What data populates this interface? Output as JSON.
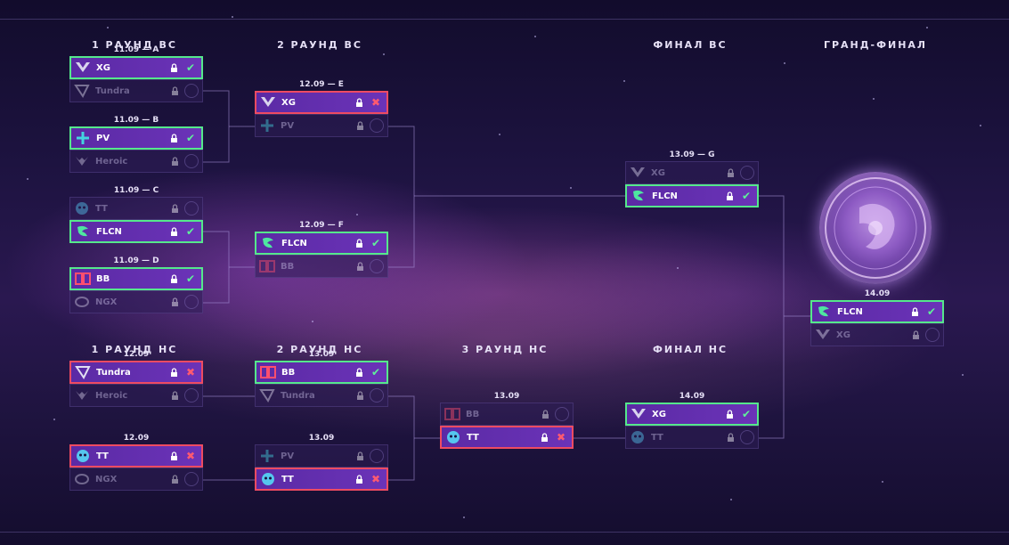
{
  "headings": {
    "ub_r1": "1 РАУНД ВС",
    "ub_r2": "2 РАУНД ВС",
    "ub_final": "ФИНАЛ ВС",
    "grand_final": "ГРАНД-ФИНАЛ",
    "lb_r1": "1 РАУНД НС",
    "lb_r2": "2 РАУНД НС",
    "lb_r3": "3 РАУНД НС",
    "lb_final": "ФИНАЛ НС"
  },
  "matches": [
    {
      "id": "A",
      "label": "11.09 — A",
      "teams": [
        {
          "name": "XG",
          "state": "win",
          "logo": "xg-logo",
          "mark": "✔"
        },
        {
          "name": "Tundra",
          "state": "dim",
          "logo": "tundra-logo",
          "mark": ""
        }
      ]
    },
    {
      "id": "B",
      "label": "11.09 — B",
      "teams": [
        {
          "name": "PV",
          "state": "win",
          "logo": "pv-logo",
          "mark": "✔"
        },
        {
          "name": "Heroic",
          "state": "dim",
          "logo": "heroic-logo",
          "mark": ""
        }
      ]
    },
    {
      "id": "C",
      "label": "11.09 — C",
      "teams": [
        {
          "name": "TT",
          "state": "dim",
          "logo": "tt-logo",
          "mark": ""
        },
        {
          "name": "FLCN",
          "state": "win",
          "logo": "flcn-logo",
          "mark": "✔"
        }
      ]
    },
    {
      "id": "D",
      "label": "11.09 — D",
      "teams": [
        {
          "name": "BB",
          "state": "win",
          "logo": "bb-logo",
          "mark": "✔"
        },
        {
          "name": "NGX",
          "state": "dim",
          "logo": "ngx-logo",
          "mark": ""
        }
      ]
    },
    {
      "id": "E",
      "label": "12.09 — E",
      "teams": [
        {
          "name": "XG",
          "state": "lose",
          "logo": "xg-logo",
          "mark": "✖"
        },
        {
          "name": "PV",
          "state": "dim",
          "logo": "pv-logo",
          "mark": ""
        }
      ]
    },
    {
      "id": "F",
      "label": "12.09 — F",
      "teams": [
        {
          "name": "FLCN",
          "state": "win",
          "logo": "flcn-logo",
          "mark": "✔"
        },
        {
          "name": "BB",
          "state": "dim",
          "logo": "bb-logo",
          "mark": ""
        }
      ]
    },
    {
      "id": "G",
      "label": "13.09 — G",
      "teams": [
        {
          "name": "XG",
          "state": "dim",
          "logo": "xg-logo",
          "mark": ""
        },
        {
          "name": "FLCN",
          "state": "win",
          "logo": "flcn-logo",
          "mark": "✔"
        }
      ]
    },
    {
      "id": "GF",
      "label": "14.09",
      "teams": [
        {
          "name": "FLCN",
          "state": "win",
          "logo": "flcn-logo",
          "mark": "✔"
        },
        {
          "name": "XG",
          "state": "dim",
          "logo": "xg-logo",
          "mark": ""
        }
      ]
    },
    {
      "id": "L1a",
      "label": "12.09",
      "teams": [
        {
          "name": "Tundra",
          "state": "lose",
          "logo": "tundra-logo",
          "mark": "✖"
        },
        {
          "name": "Heroic",
          "state": "dim",
          "logo": "heroic-logo",
          "mark": ""
        }
      ]
    },
    {
      "id": "L1b",
      "label": "12.09",
      "teams": [
        {
          "name": "TT",
          "state": "lose",
          "logo": "tt-logo",
          "mark": "✖"
        },
        {
          "name": "NGX",
          "state": "dim",
          "logo": "ngx-logo",
          "mark": ""
        }
      ]
    },
    {
      "id": "L2a",
      "label": "13.09",
      "teams": [
        {
          "name": "BB",
          "state": "win",
          "logo": "bb-logo",
          "mark": "✔"
        },
        {
          "name": "Tundra",
          "state": "dim",
          "logo": "tundra-logo",
          "mark": ""
        }
      ]
    },
    {
      "id": "L2b",
      "label": "13.09",
      "teams": [
        {
          "name": "PV",
          "state": "dim",
          "logo": "pv-logo",
          "mark": ""
        },
        {
          "name": "TT",
          "state": "lose",
          "logo": "tt-logo",
          "mark": "✖"
        }
      ]
    },
    {
      "id": "L3",
      "label": "13.09",
      "teams": [
        {
          "name": "BB",
          "state": "dim",
          "logo": "bb-logo",
          "mark": ""
        },
        {
          "name": "TT",
          "state": "lose",
          "logo": "tt-logo",
          "mark": "✖"
        }
      ]
    },
    {
      "id": "LF",
      "label": "14.09",
      "teams": [
        {
          "name": "XG",
          "state": "win",
          "logo": "xg-logo",
          "mark": "✔"
        },
        {
          "name": "TT",
          "state": "dim",
          "logo": "tt-logo",
          "mark": ""
        }
      ]
    }
  ],
  "icons": {
    "lock": "lock-icon",
    "win": "check-icon",
    "lose": "cross-icon",
    "trophy": "aegis-trophy-icon"
  },
  "colors": {
    "win_border": "#55e88c",
    "lose_border": "#ee4b62",
    "card_bg": "#6230ae"
  }
}
